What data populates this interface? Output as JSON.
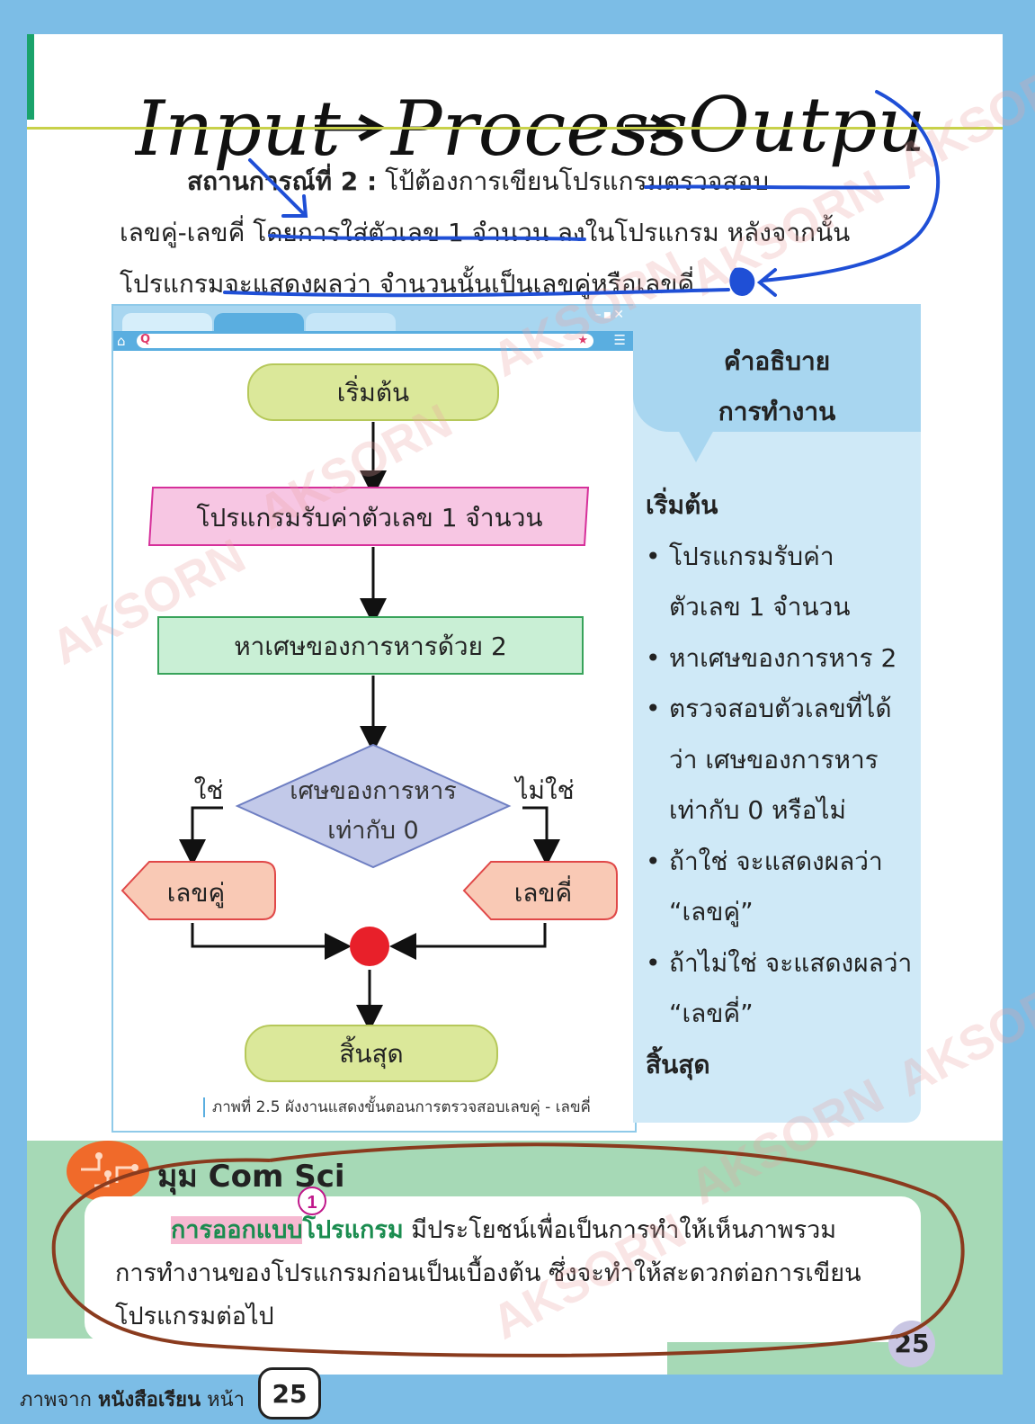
{
  "handwritten": {
    "title": [
      "Input",
      "Process",
      "Output"
    ]
  },
  "scenario": {
    "heading": "สถานการณ์ที่ 2 :",
    "line1": "โป้ต้องการเขียนโปรแกรมตรวจสอบ",
    "line2": "เลขคู่-เลขคี่ โดยการใส่ตัวเลข 1 จำนวน ลงในโปรแกรม หลังจากนั้น",
    "line3": "โปรแกรมจะแสดงผลว่า จำนวนนั้นเป็นเลขคู่หรือเลขคี่"
  },
  "browser": {
    "window_controls": "–▪✕"
  },
  "flowchart": {
    "start": "เริ่มต้น",
    "input": "โปรแกรมรับค่าตัวเลข 1 จำนวน",
    "process": "หาเศษของการหารด้วย 2",
    "decision_line1": "เศษของการหาร",
    "decision_line2": "เท่ากับ 0",
    "yes": "ใช่",
    "no": "ไม่ใช่",
    "even": "เลขคู่",
    "odd": "เลขคี่",
    "end": "สิ้นสุด",
    "caption": "ภาพที่ 2.5 ผังงานแสดงขั้นตอนการตรวจสอบเลขคู่ - เลขคี่"
  },
  "description": {
    "heading_line1": "คำอธิบาย",
    "heading_line2": "การทำงาน",
    "start": "เริ่มต้น",
    "b1_line1": "โปรแกรมรับค่า",
    "b1_line2": "ตัวเลข 1 จำนวน",
    "b2": "หาเศษของการหาร 2",
    "b3_line1": "ตรวจสอบตัวเลขที่ได้",
    "b3_line2": "ว่า เศษของการหาร",
    "b3_line3": "เท่ากับ 0 หรือไม่",
    "b4_line1": "ถ้าใช่ จะแสดงผลว่า",
    "b4_line2": "“เลขคู่”",
    "b5_line1": "ถ้าไม่ใช่ จะแสดงผลว่า",
    "b5_line2": "“เลขคี่”",
    "end": "สิ้นสุด"
  },
  "comsci": {
    "title": "มุม Com Sci",
    "marker": "1",
    "term_pink": "การออกแบบ",
    "term_green": "โปรแกรม",
    "line1_rest": " มีประโยชน์เพื่อเป็นการทำให้เห็นภาพรวม",
    "line2": "การทำงานของโปรแกรมก่อนเป็นเบื้องต้น ซึ่งจะทำให้สะดวกต่อการเขียน",
    "line3": "โปรแกรมต่อไป"
  },
  "page_number": "25",
  "footer": {
    "prefix": "ภาพจาก",
    "book": "หนังสือเรียน",
    "page_label": "หน้า",
    "page_number": "25"
  },
  "watermark": "AKSORN",
  "colors": {
    "background_blue": "#7cbde6",
    "panel_blue": "#cfe9f7",
    "start_end_fill": "#dbe89a",
    "input_fill": "#f7c6e3",
    "process_fill": "#c9efd5",
    "decision_fill": "#c2c9e9",
    "output_fill": "#f9c9b5",
    "connector_red": "#e8202a",
    "pen_blue": "#1f4fd6",
    "pen_brown": "#8a3b1e"
  }
}
